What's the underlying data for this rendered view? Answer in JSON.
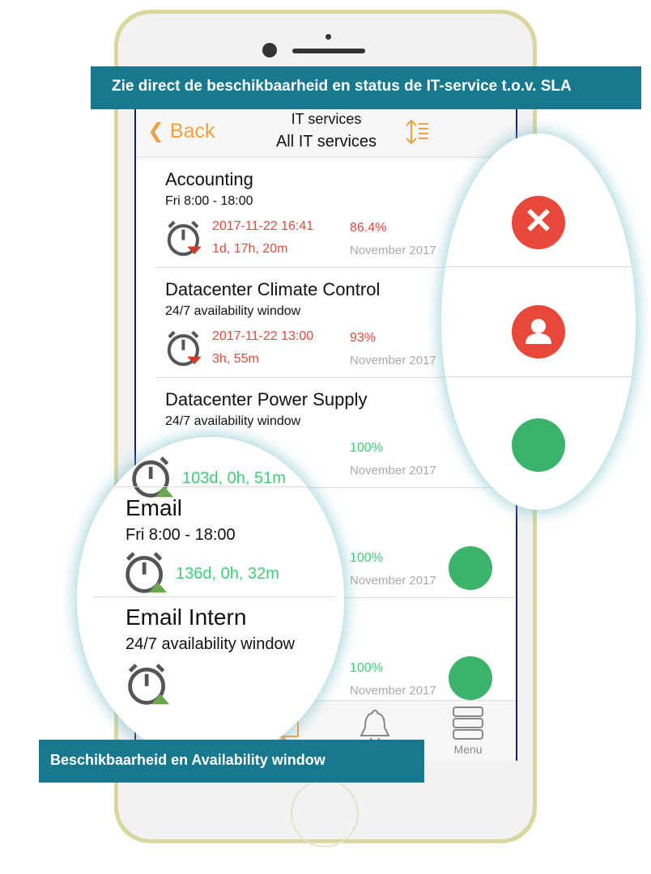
{
  "banners": {
    "top": "Zie direct de beschikbaarheid en status de IT-service t.o.v. SLA",
    "bottom": "Beschikbaarheid en Availability window"
  },
  "navbar": {
    "back": "Back",
    "title": "IT services",
    "subtitle": "All IT services"
  },
  "services": [
    {
      "name": "Accounting",
      "window": "Fri 8:00 - 18:00",
      "since": "2017-11-22 16:41",
      "duration": "1d, 17h, 20m",
      "pct": "86.4%",
      "month": "November 2017",
      "status": "down",
      "trend": "down"
    },
    {
      "name": "Datacenter Climate Control",
      "window": "24/7 availability window",
      "since": "2017-11-22 13:00",
      "duration": "3h, 55m",
      "pct": "93%",
      "month": "November 2017",
      "status": "user",
      "trend": "down"
    },
    {
      "name": "Datacenter Power Supply",
      "window": "24/7 availability window",
      "since": "",
      "duration": "103d, 0h, 51m",
      "pct": "100%",
      "month": "November 2017",
      "status": "ok",
      "trend": "up"
    },
    {
      "name": "Email",
      "window": "Fri 8:00 - 18:00",
      "since": "",
      "duration": "136d, 0h, 32m",
      "pct": "100%",
      "month": "November 2017",
      "status": "ok",
      "trend": "up"
    },
    {
      "name": "Email Intern",
      "window": "24/7 availability window",
      "since": "",
      "duration": "",
      "pct": "100%",
      "month": "November 2017",
      "status": "ok",
      "trend": "up"
    }
  ],
  "tabbar": {
    "menu": "Menu"
  },
  "colors": {
    "accent": "#f0a040",
    "red": "#e8483a",
    "green": "#3bb36a",
    "banner": "#17788e"
  }
}
